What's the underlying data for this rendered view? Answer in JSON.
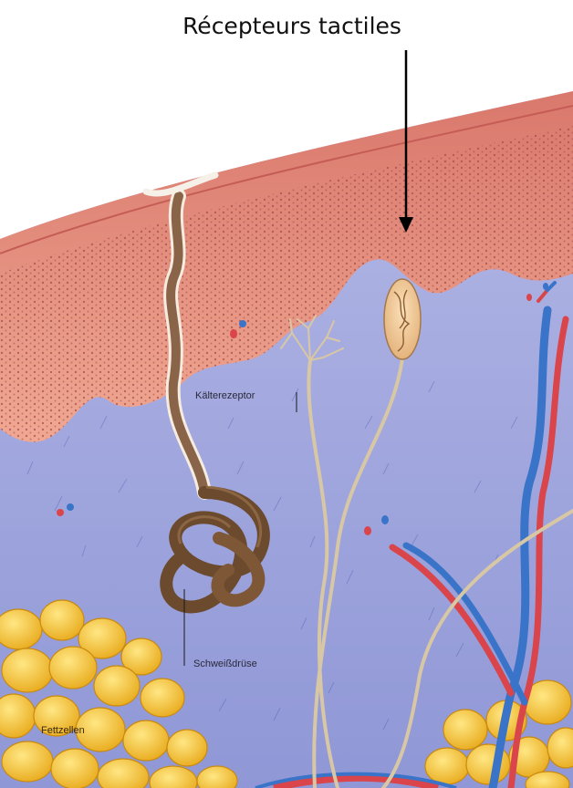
{
  "annotation": {
    "title": "Récepteurs tactiles"
  },
  "labels": {
    "cold_receptor": "Kälterezeptor",
    "sweat_gland": "Schweißdrüse",
    "fat_cells": "Fettzellen"
  },
  "colors": {
    "epidermis": "#e99a85",
    "epidermis_dark": "#c9635a",
    "dermis": "#9ea6dc",
    "fat": "#f2c330",
    "gland": "#6b4a2e",
    "nerve": "#d8c7a5",
    "artery": "#d9454a",
    "vein": "#3a74c9"
  }
}
